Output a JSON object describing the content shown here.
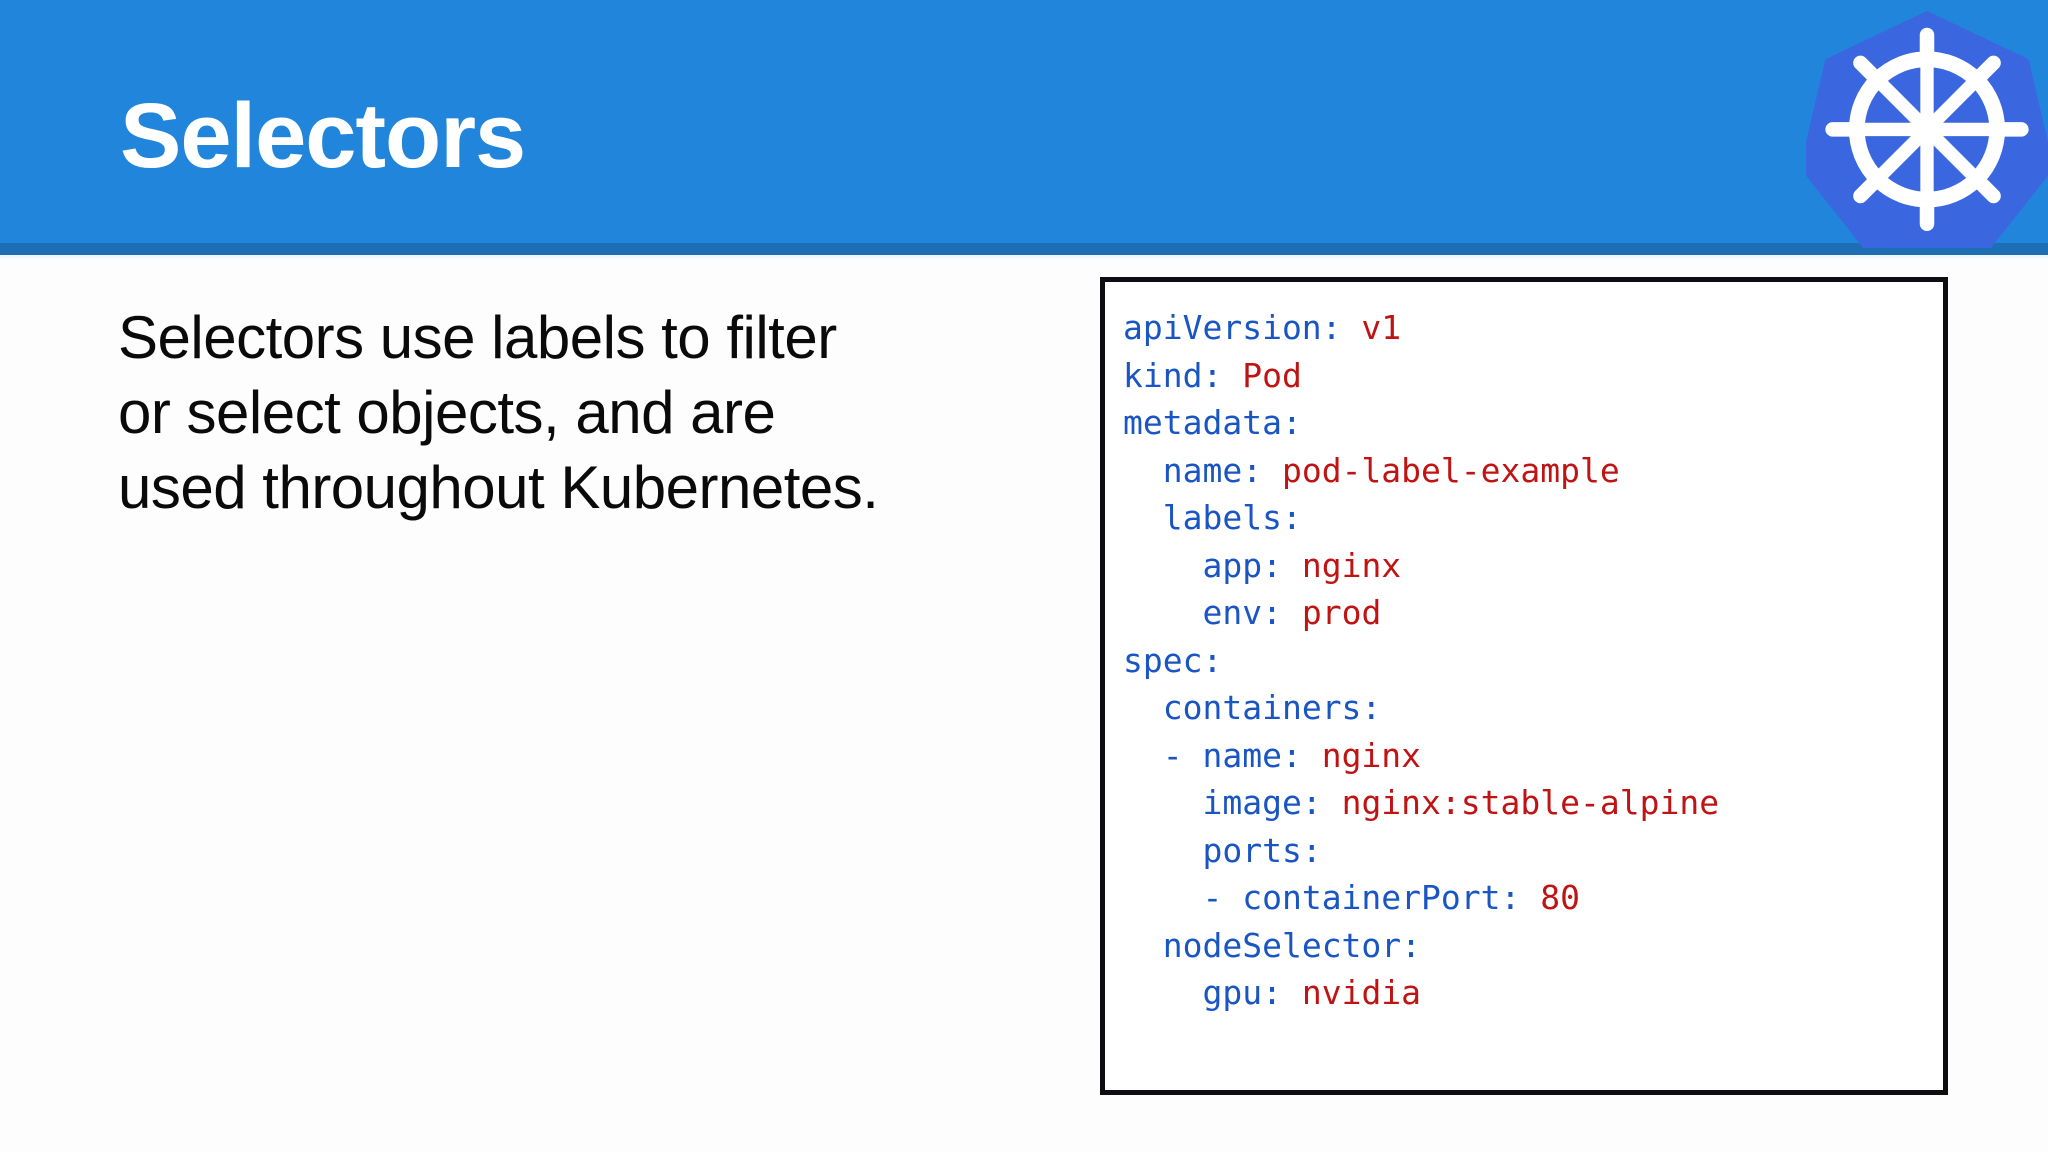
{
  "slide": {
    "title": "Selectors",
    "header_color": "#2186db",
    "header_underline_color": "#1c6fb4",
    "background_color": "#fdfdfe",
    "title_color": "#ffffff"
  },
  "logo": {
    "name": "kubernetes-logo",
    "hexagon_color": "#3a66e0",
    "wheel_color": "#ffffff"
  },
  "body": {
    "lines": [
      "Selectors use labels to filter",
      "or select objects, and are",
      "used throughout Kubernetes."
    ],
    "text_color": "#0a0a0a"
  },
  "code": {
    "language": "yaml",
    "key_color": "#1a55c4",
    "value_color": "#c01414",
    "border_color": "#0d0d12",
    "background_color": "#ffffff",
    "raw": "apiVersion: v1\nkind: Pod\nmetadata:\n  name: pod-label-example\n  labels:\n    app: nginx\n    env: prod\nspec:\n  containers:\n  - name: nginx\n    image: nginx:stable-alpine\n    ports:\n    - containerPort: 80\n  nodeSelector:\n    gpu: nvidia",
    "lines": [
      {
        "indent": "",
        "key": "apiVersion:",
        "value": " v1"
      },
      {
        "indent": "",
        "key": "kind:",
        "value": " Pod"
      },
      {
        "indent": "",
        "key": "metadata:",
        "value": ""
      },
      {
        "indent": "  ",
        "key": "name:",
        "value": " pod-label-example"
      },
      {
        "indent": "  ",
        "key": "labels:",
        "value": ""
      },
      {
        "indent": "    ",
        "key": "app:",
        "value": " nginx"
      },
      {
        "indent": "    ",
        "key": "env:",
        "value": " prod"
      },
      {
        "indent": "",
        "key": "spec:",
        "value": ""
      },
      {
        "indent": "  ",
        "key": "containers:",
        "value": ""
      },
      {
        "indent": "  ",
        "key": "- name:",
        "value": " nginx"
      },
      {
        "indent": "    ",
        "key": "image:",
        "value": " nginx:stable-alpine"
      },
      {
        "indent": "    ",
        "key": "ports:",
        "value": ""
      },
      {
        "indent": "    ",
        "key": "- containerPort:",
        "value": " 80"
      },
      {
        "indent": "  ",
        "key": "nodeSelector:",
        "value": ""
      },
      {
        "indent": "    ",
        "key": "gpu:",
        "value": " nvidia"
      }
    ]
  }
}
